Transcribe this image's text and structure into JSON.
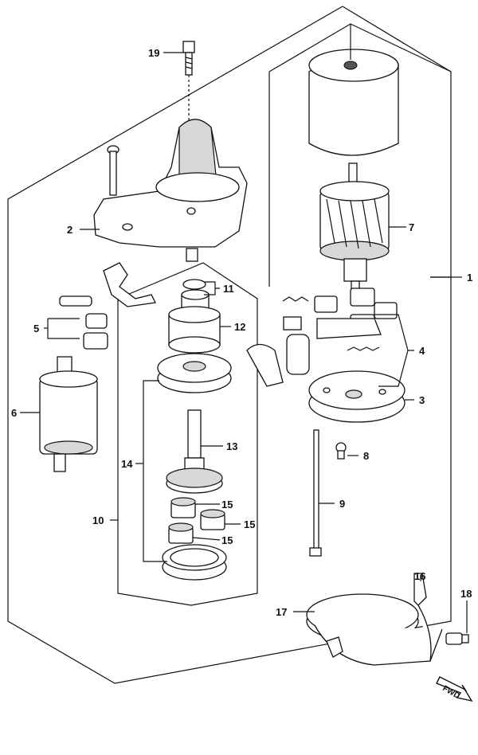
{
  "diagram": {
    "type": "exploded-parts-diagram",
    "callouts": [
      {
        "id": "1",
        "text": "1"
      },
      {
        "id": "2",
        "text": "2"
      },
      {
        "id": "3",
        "text": "3"
      },
      {
        "id": "4",
        "text": "4"
      },
      {
        "id": "5",
        "text": "5"
      },
      {
        "id": "6",
        "text": "6"
      },
      {
        "id": "7",
        "text": "7"
      },
      {
        "id": "8",
        "text": "8"
      },
      {
        "id": "9",
        "text": "9"
      },
      {
        "id": "10",
        "text": "10"
      },
      {
        "id": "11",
        "text": "11"
      },
      {
        "id": "12",
        "text": "12"
      },
      {
        "id": "13",
        "text": "13"
      },
      {
        "id": "14",
        "text": "14"
      },
      {
        "id": "15a",
        "text": "15"
      },
      {
        "id": "15b",
        "text": "15"
      },
      {
        "id": "15c",
        "text": "15"
      },
      {
        "id": "16",
        "text": "16"
      },
      {
        "id": "17",
        "text": "17"
      },
      {
        "id": "18",
        "text": "18"
      },
      {
        "id": "19",
        "text": "19"
      }
    ],
    "direction_marker": "FWD"
  }
}
